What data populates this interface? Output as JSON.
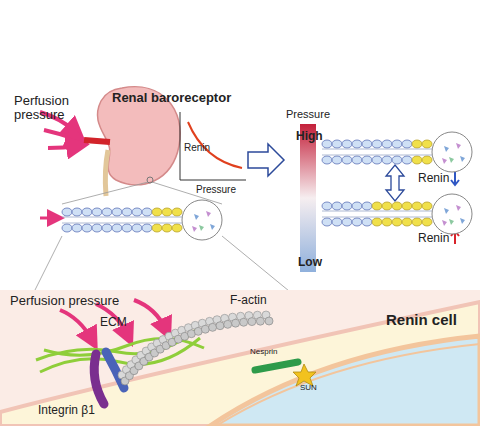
{
  "diagram": {
    "labels": [
      "Perfusion pressure",
      "Renal baroreceptor",
      "Renin",
      "Pressure",
      "Pressure",
      "High",
      "Low",
      "Renin",
      "Renin",
      "Perfusion pressure",
      "ECM",
      "F-actin",
      "Renin cell",
      "Integrin β1",
      "Nesprin",
      "SUN"
    ]
  }
}
